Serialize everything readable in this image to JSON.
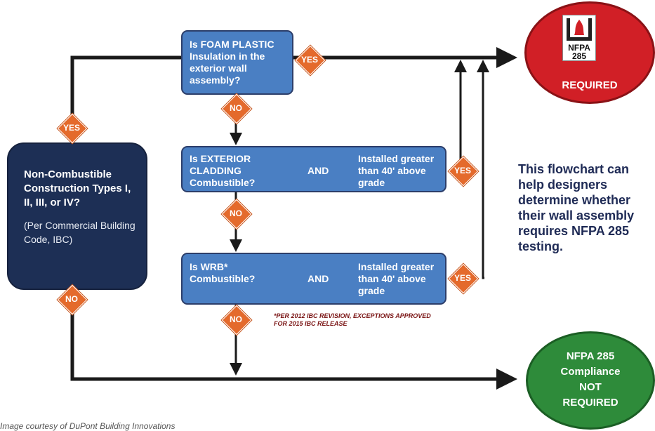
{
  "start": {
    "title": "Non-Combustible Construction Types I, II, III, or IV?",
    "note": "(Per Commercial Building Code, IBC)"
  },
  "questions": {
    "foam": "Is FOAM PLASTIC Insulation in the exterior wall assembly?",
    "cladding_left": "Is EXTERIOR CLADDING Combustible?",
    "cladding_and": "AND",
    "cladding_right": "Installed greater than 40' above grade",
    "wrb_left": "Is WRB* Combustible?",
    "wrb_and": "AND",
    "wrb_right": "Installed greater than 40' above grade"
  },
  "labels": {
    "yes": "YES",
    "no": "NO"
  },
  "outcomes": {
    "required_logo_text": "NFPA",
    "required_number": "285",
    "required_text": "REQUIRED",
    "not_required": [
      "NFPA 285",
      "Compliance",
      "NOT",
      "REQUIRED"
    ]
  },
  "side_note": "This flowchart can help designers determine whether their wall assembly requires NFPA 285 testing.",
  "footnote": "*PER 2012 IBC REVISION, EXCEPTIONS APPROVED FOR 2015 IBC RELEASE",
  "credit": "Image courtesy of DuPont Building Innovations",
  "colors": {
    "question_fill": "#4a7fc3",
    "start_fill": "#1d2f55",
    "decision_diamond": "#e46a2c",
    "required": "#d11f26",
    "not_required": "#2e8b3a",
    "connector": "#1a1a1a",
    "side_note_text": "#1e2a55"
  }
}
